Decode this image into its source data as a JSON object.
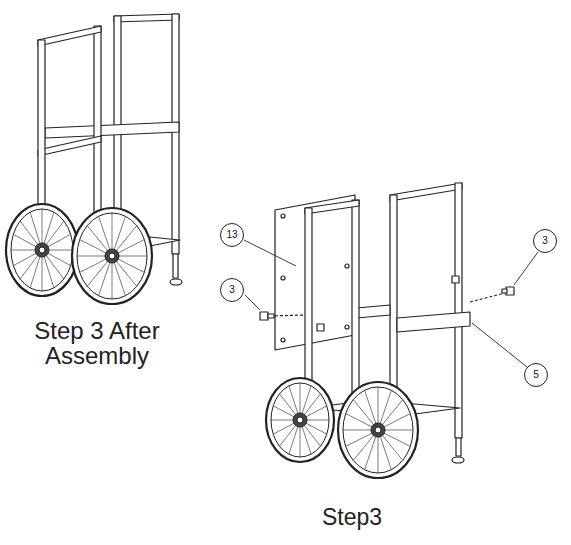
{
  "diagram": {
    "nodes": [
      {
        "text": [
          "13"
        ]
      },
      {
        "text": [
          "3"
        ]
      },
      {
        "text": [
          "3"
        ]
      },
      {
        "text": [
          "5"
        ]
      }
    ],
    "labels": [
      "Step 3 After Assembly",
      "Step3"
    ]
  }
}
